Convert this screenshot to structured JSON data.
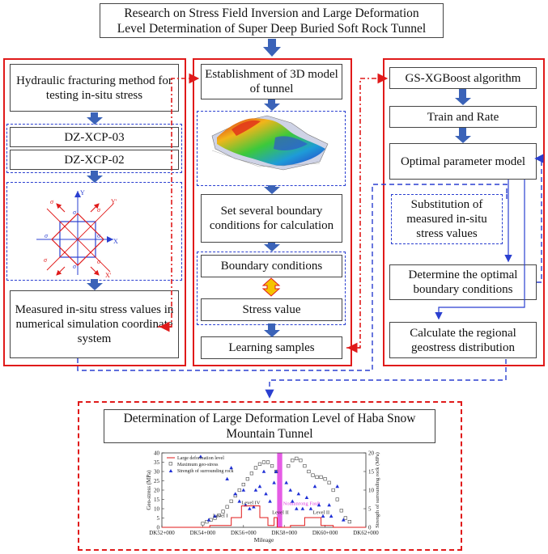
{
  "title": {
    "line1": "Research on Stress Field Inversion and Large Deformation",
    "line2": "Level Determination of Super Deep Buried Soft Rock Tunnel"
  },
  "left": {
    "hydraulic": "Hydraulic fracturing method for testing in-situ stress",
    "dz1": "DZ-XCP-03",
    "dz2": "DZ-XCP-02",
    "measured": "Measured in-situ stress values in numerical simulation coordinate system",
    "stress_axes": {
      "y": "Y",
      "x": "X",
      "y2": "Y'",
      "x2": "X'"
    }
  },
  "middle": {
    "establish": "Establishment of 3D model of tunnel",
    "boundary_set": "Set several boundary conditions for calculation",
    "boundary": "Boundary conditions",
    "stress_value": "Stress value",
    "learning": "Learning samples"
  },
  "right": {
    "gs": "GS-XGBoost algorithm",
    "train": "Train and Rate",
    "optimal": "Optimal parameter model",
    "substitution": "Substitution of measured in-situ stress values",
    "determine": "Determine the optimal boundary conditions",
    "calculate": "Calculate the regional geostress distribution"
  },
  "bottom": {
    "title_line1": "Determination of Large Deformation Level of Haba Snow",
    "title_line2": "Mountain Tunnel"
  },
  "colors": {
    "red": "#e01a1a",
    "blue": "#2a3fd0",
    "arrow": "#3b63b8",
    "magenta": "#e040e0"
  },
  "chart_data": {
    "type": "scatter",
    "xlabel": "Mileage",
    "ylabel": "Geo-stress (MPa)",
    "ylabel2": "Strength of surrounding rock (MPa)",
    "x_ticks": [
      "DK52+000",
      "DK54+000",
      "DK56+000",
      "DK58+000",
      "DK60+000",
      "DK62+000"
    ],
    "x_tick_values": [
      52,
      54,
      56,
      58,
      60,
      62
    ],
    "xlim": [
      52,
      62
    ],
    "ylim": [
      0,
      40
    ],
    "y_ticks": [
      0,
      5,
      10,
      15,
      20,
      25,
      30,
      35,
      40
    ],
    "y2lim": [
      0,
      20
    ],
    "y2_ticks": [
      0,
      5,
      10,
      15,
      20
    ],
    "legend": [
      "Large deformation level",
      "Maximum geo-stress",
      "Strength of surrounding rock"
    ],
    "fault_label": "Nonianrong Fault",
    "fault_x": [
      57.65,
      57.9
    ],
    "level_labels": [
      {
        "text": "Level I",
        "x": 54.5,
        "y": 5.5
      },
      {
        "text": "Level IV",
        "x": 55.9,
        "y": 12.3
      },
      {
        "text": "Level II",
        "x": 57.4,
        "y": 7.2
      },
      {
        "text": "Level II",
        "x": 59.4,
        "y": 7.2
      }
    ],
    "max_geostress": [
      [
        54.0,
        2.0
      ],
      [
        54.2,
        3.0
      ],
      [
        54.4,
        4.0
      ],
      [
        54.6,
        5.0
      ],
      [
        54.8,
        6.5
      ],
      [
        55.0,
        8.5
      ],
      [
        55.2,
        11
      ],
      [
        55.4,
        14
      ],
      [
        55.6,
        17
      ],
      [
        55.8,
        20
      ],
      [
        56.0,
        23
      ],
      [
        56.2,
        26
      ],
      [
        56.4,
        29
      ],
      [
        56.6,
        32
      ],
      [
        56.8,
        34
      ],
      [
        57.0,
        35
      ],
      [
        57.2,
        35
      ],
      [
        57.4,
        33
      ],
      [
        57.6,
        30
      ],
      [
        58.2,
        33
      ],
      [
        58.4,
        36
      ],
      [
        58.6,
        37
      ],
      [
        58.8,
        36
      ],
      [
        59.0,
        33
      ],
      [
        59.2,
        30
      ],
      [
        59.4,
        28
      ],
      [
        59.6,
        27
      ],
      [
        59.8,
        27
      ],
      [
        60.0,
        26
      ],
      [
        60.2,
        24
      ],
      [
        60.4,
        20
      ],
      [
        60.6,
        15
      ],
      [
        60.8,
        9
      ],
      [
        61.0,
        5
      ],
      [
        61.2,
        3
      ]
    ],
    "rock_strength": [
      [
        53.9,
        19
      ],
      [
        54.3,
        2
      ],
      [
        54.6,
        3
      ],
      [
        55.2,
        13
      ],
      [
        55.4,
        16
      ],
      [
        55.6,
        9
      ],
      [
        55.8,
        7
      ],
      [
        56.0,
        10
      ],
      [
        56.1,
        6
      ],
      [
        56.3,
        5
      ],
      [
        56.5,
        5.5
      ],
      [
        56.6,
        10
      ],
      [
        56.8,
        11
      ],
      [
        57.0,
        15
      ],
      [
        57.1,
        9
      ],
      [
        57.3,
        7
      ],
      [
        57.5,
        12
      ],
      [
        57.6,
        15
      ],
      [
        58.1,
        12
      ],
      [
        58.3,
        10
      ],
      [
        58.4,
        7
      ],
      [
        58.6,
        5
      ],
      [
        58.7,
        9
      ],
      [
        58.9,
        5
      ],
      [
        59.1,
        8
      ],
      [
        59.3,
        5
      ],
      [
        59.5,
        11
      ],
      [
        59.7,
        6
      ],
      [
        59.9,
        3
      ],
      [
        60.2,
        6
      ],
      [
        60.3,
        3
      ],
      [
        60.6,
        11
      ],
      [
        60.9,
        2
      ]
    ],
    "deformation_level": [
      [
        52.0,
        0
      ],
      [
        54.35,
        0
      ],
      [
        54.35,
        1
      ],
      [
        55.4,
        1
      ],
      [
        55.4,
        5.2
      ],
      [
        55.9,
        5.2
      ],
      [
        55.9,
        11.5
      ],
      [
        56.8,
        11.5
      ],
      [
        56.8,
        5.2
      ],
      [
        57.2,
        5.2
      ],
      [
        57.2,
        1
      ],
      [
        57.5,
        1
      ],
      [
        57.5,
        5.2
      ],
      [
        57.65,
        5.2
      ],
      [
        57.65,
        0
      ],
      [
        58.3,
        0
      ],
      [
        58.3,
        1
      ],
      [
        59.0,
        1
      ],
      [
        59.0,
        5.2
      ],
      [
        59.8,
        5.2
      ],
      [
        59.8,
        1
      ],
      [
        60.4,
        1
      ],
      [
        60.4,
        0
      ],
      [
        62.0,
        0
      ]
    ]
  }
}
